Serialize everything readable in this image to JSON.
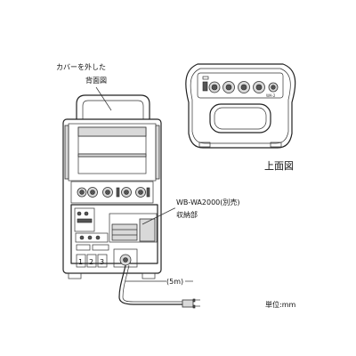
{
  "labels": {
    "rear_view": [
      "カバーを外した",
      "背面図"
    ],
    "top_view": "上面図",
    "storage": [
      "WB-WA2000(別売)",
      "収納部"
    ],
    "cable_length": "(5m)",
    "unit": "単位:mm",
    "top_model": "WA-2"
  },
  "slots": [
    "1",
    "2",
    "3"
  ]
}
